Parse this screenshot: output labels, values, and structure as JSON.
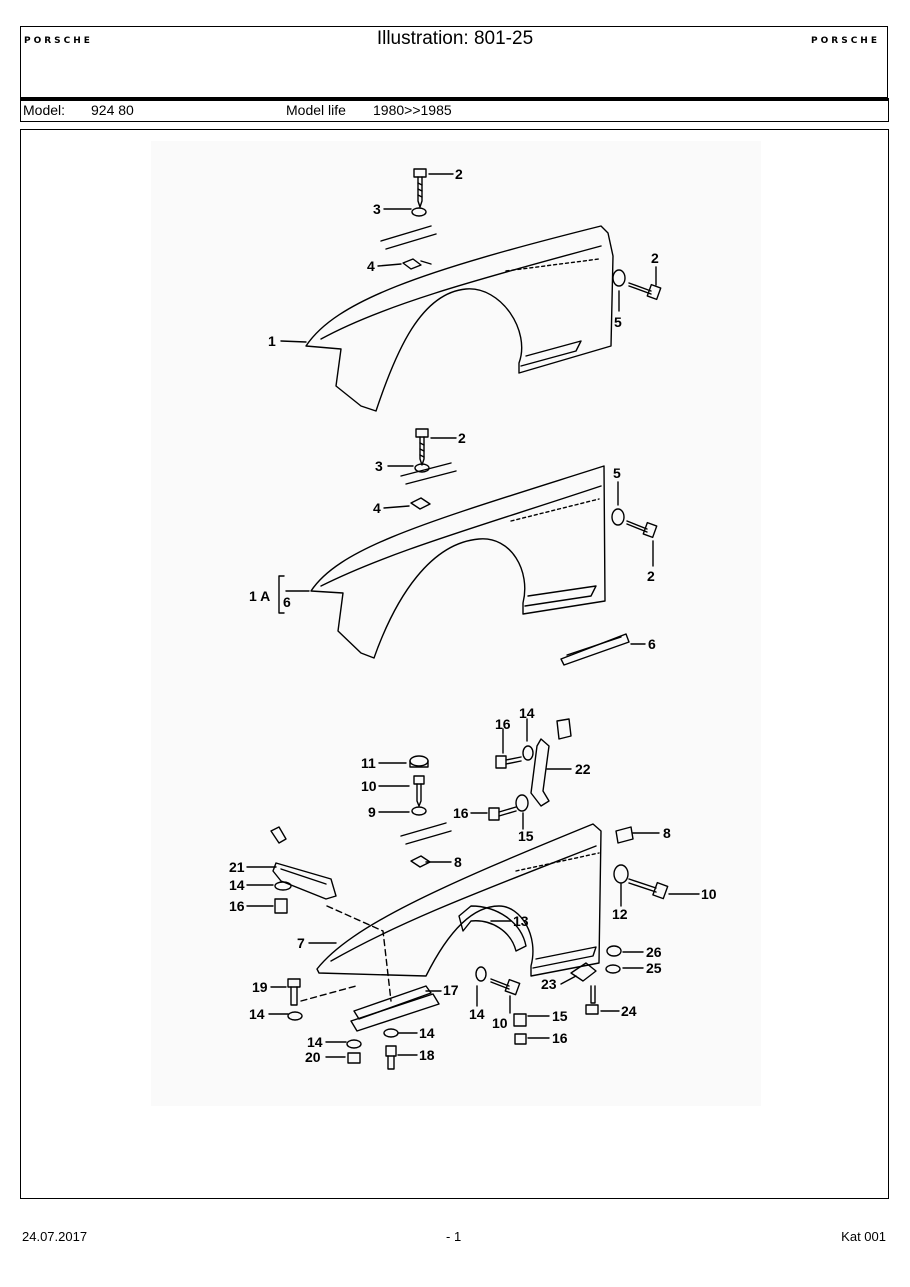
{
  "header": {
    "brand_left": "PORSCHE",
    "title": "Illustration: 801-25",
    "brand_right": "PORSCHE"
  },
  "model_row": {
    "model_label": "Model:",
    "model_value": "924 80",
    "life_label": "Model life",
    "life_value": "1980>>1985"
  },
  "callouts": {
    "top_fender": [
      "1",
      "2",
      "3",
      "4",
      "2",
      "5"
    ],
    "middle_fender": [
      "1 A",
      "6",
      "2",
      "3",
      "4",
      "5",
      "2",
      "6"
    ],
    "bottom_assembly": [
      "16",
      "14",
      "22",
      "11",
      "10",
      "9",
      "16",
      "15",
      "8",
      "8",
      "21",
      "14",
      "16",
      "7",
      "13",
      "12",
      "10",
      "26",
      "25",
      "23",
      "24",
      "19",
      "14",
      "17",
      "14",
      "10",
      "15",
      "16",
      "14",
      "14",
      "20",
      "18"
    ]
  },
  "footer": {
    "date": "24.07.2017",
    "page": "- 1",
    "catalog": "Kat 001"
  }
}
